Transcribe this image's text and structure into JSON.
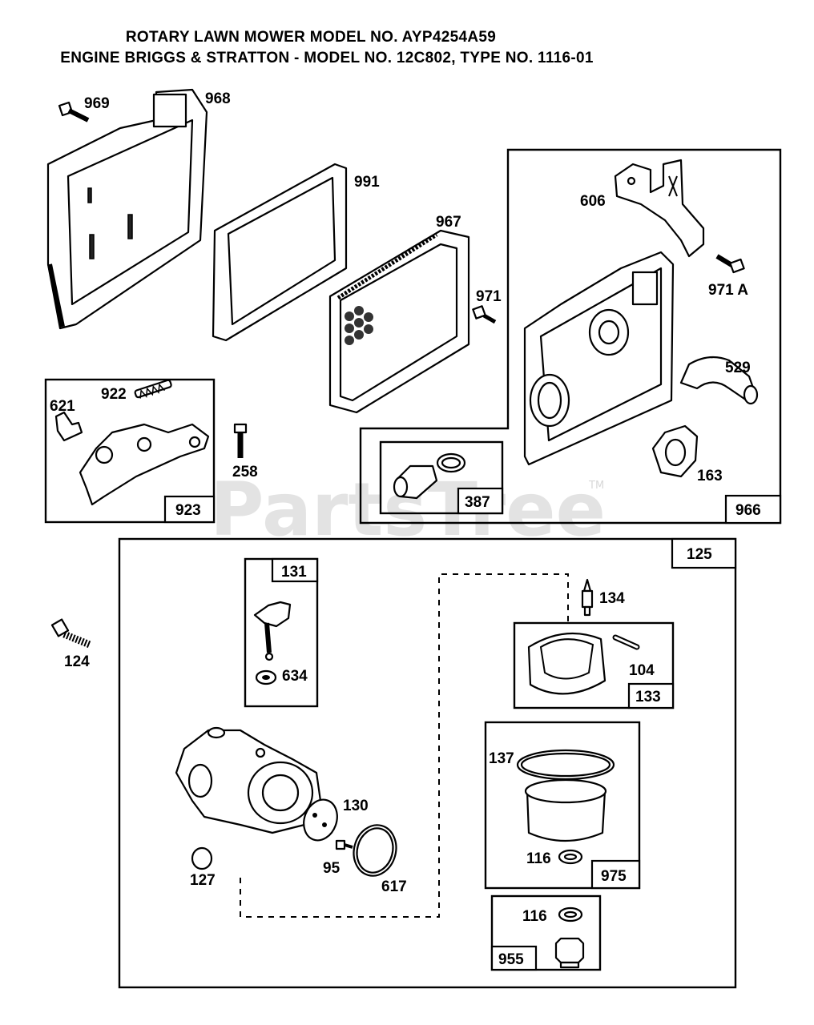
{
  "header": {
    "line1": "ROTARY LAWN MOWER MODEL NO. AYP4254A59",
    "line2": "ENGINE BRIGGS & STRATTON - MODEL NO. 12C802, TYPE NO. 1116-01"
  },
  "watermark": {
    "text": "PartsTree",
    "tm": "TM"
  },
  "parts": {
    "p969": "969",
    "p968": "968",
    "p991": "991",
    "p967": "967",
    "p971": "971",
    "p606": "606",
    "p971a": "971 A",
    "p529": "529",
    "p163": "163",
    "p621": "621",
    "p922": "922",
    "p258": "258",
    "p124": "124",
    "p134": "134",
    "p104": "104",
    "p634": "634",
    "p137": "137",
    "p116a": "116",
    "p116b": "116",
    "p130": "130",
    "p127": "127",
    "p95": "95",
    "p617": "617"
  },
  "boxes": {
    "b966": "966",
    "b387": "387",
    "b923": "923",
    "b125": "125",
    "b131": "131",
    "b133": "133",
    "b975": "975",
    "b955": "955"
  }
}
